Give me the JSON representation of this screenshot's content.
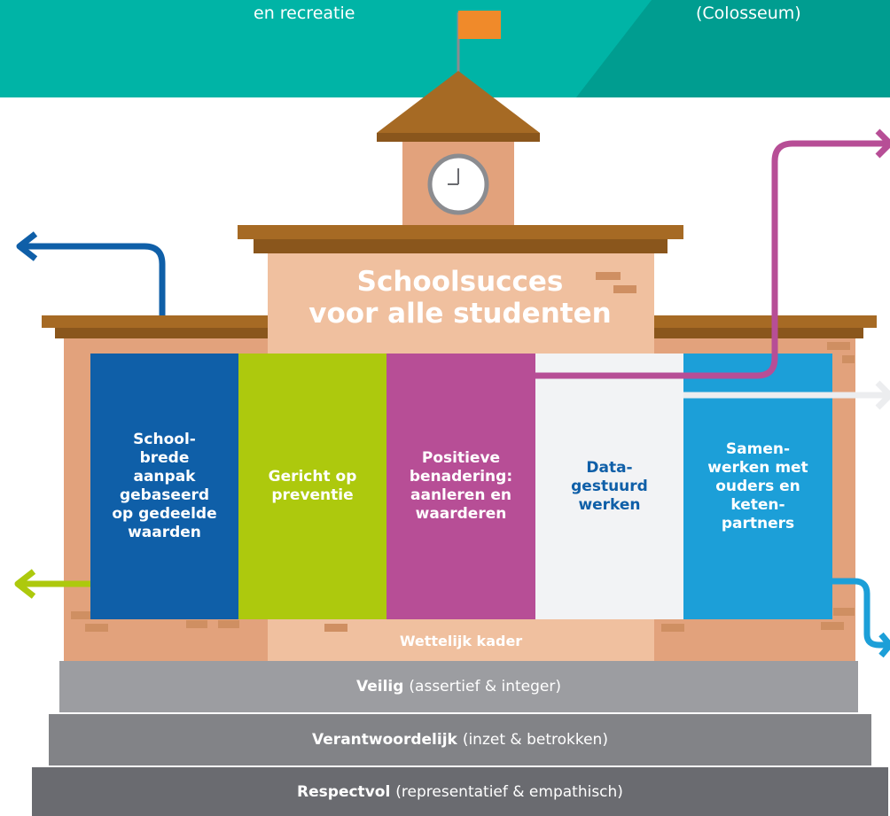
{
  "colors": {
    "teal": "#00b4a6",
    "teal_dark": "#009d90",
    "roof": "#a66a24",
    "roof_dark": "#8a561c",
    "wall": "#e2a27c",
    "wall_light": "#f0c09f",
    "brick": "#cf8f62",
    "flag": "#f08a2a",
    "blue": "#0f5fa8",
    "lime": "#adc90d",
    "magenta": "#b74e96",
    "light": "#f2f3f5",
    "sky": "#1c9fd8",
    "step1": "#9c9da1",
    "step2": "#828387",
    "step3": "#6a6b70"
  },
  "banner": {
    "left_text": "en recreatie",
    "right_text": "(Colosseum)"
  },
  "building": {
    "title_line1": "Schoolsucces",
    "title_line2": "voor alle studenten",
    "legal_frame": "Wettelijk kader"
  },
  "pillars": [
    {
      "lines": [
        "School-",
        "brede",
        "aanpak",
        "gebaseerd",
        "op gedeelde",
        "waarden"
      ],
      "color": "#0f5fa8",
      "text_color": "#ffffff"
    },
    {
      "lines": [
        "Gericht op",
        "preventie"
      ],
      "color": "#adc90d",
      "text_color": "#ffffff"
    },
    {
      "lines": [
        "Positieve",
        "benadering:",
        "aanleren en",
        "waarderen"
      ],
      "color": "#b74e96",
      "text_color": "#ffffff"
    },
    {
      "lines": [
        "Data-",
        "gestuurd",
        "werken"
      ],
      "color": "#f2f3f5",
      "text_color": "#0f5fa8"
    },
    {
      "lines": [
        "Samen-",
        "werken met",
        "ouders en",
        "keten-",
        "partners"
      ],
      "color": "#1c9fd8",
      "text_color": "#ffffff"
    }
  ],
  "steps": [
    {
      "bold": "Veilig",
      "rest": "(assertief & integer)"
    },
    {
      "bold": "Verantwoordelijk",
      "rest": "(inzet & betrokken)"
    },
    {
      "bold": "Respectvol",
      "rest": "(representatief & empathisch)"
    }
  ]
}
